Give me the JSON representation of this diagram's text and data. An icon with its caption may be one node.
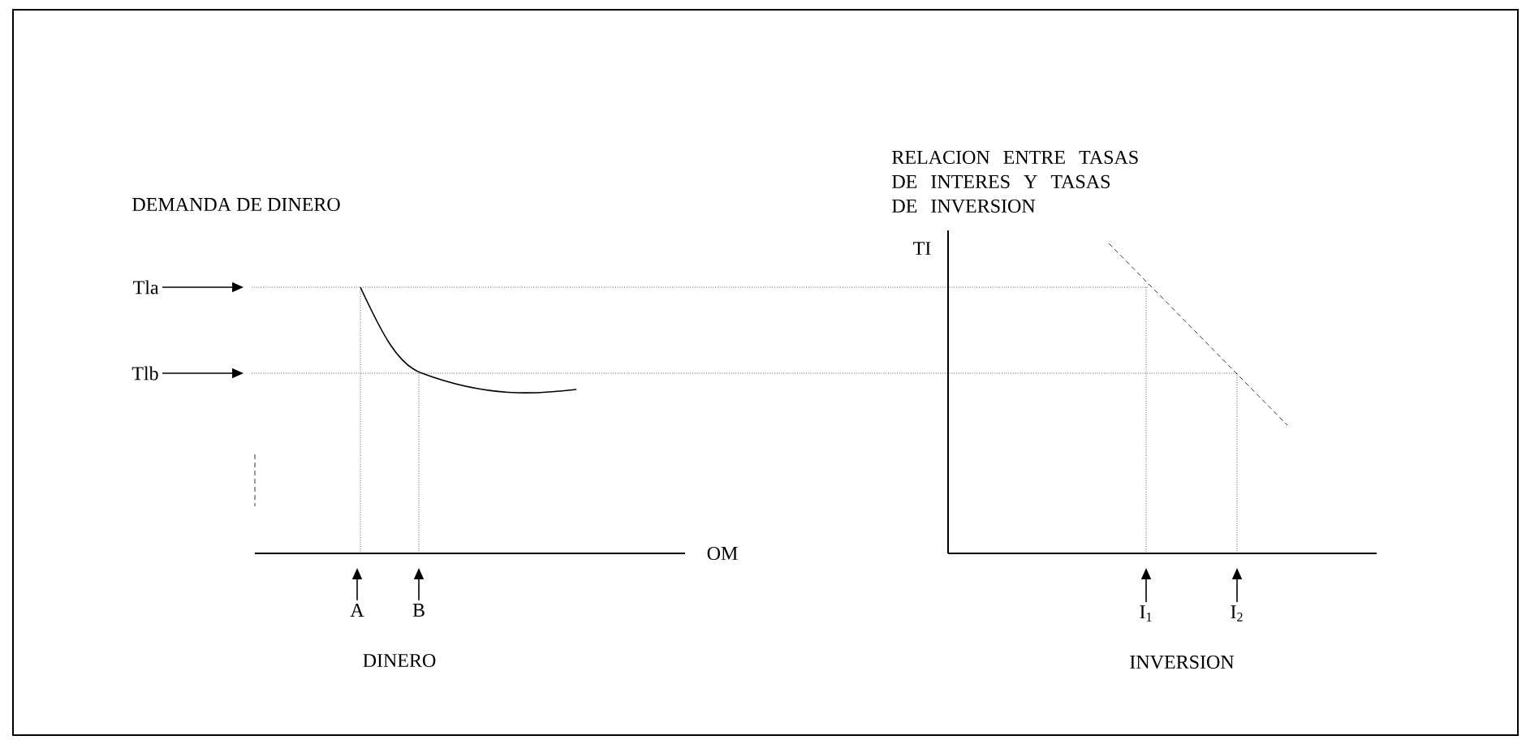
{
  "diagram": {
    "nodes": [
      {
        "text": [
          "Tla"
        ]
      },
      {
        "text": [
          "Tlb"
        ]
      },
      {
        "text": [
          "A"
        ]
      },
      {
        "text": [
          "B"
        ]
      },
      {
        "text": [
          "I$_{1}$"
        ]
      },
      {
        "text": [
          "I$_{2}$"
        ]
      }
    ],
    "edges": [
      {
        "from": 0,
        "to": null,
        "arrow": "to"
      },
      {
        "from": 1,
        "to": null,
        "arrow": "to"
      },
      {
        "from": 2,
        "to": null,
        "arrow": "to"
      },
      {
        "from": 3,
        "to": null,
        "arrow": "to"
      },
      {
        "from": 4,
        "to": null,
        "arrow": "to"
      },
      {
        "from": 5,
        "to": null,
        "arrow": "to"
      }
    ],
    "labels": [
      "DEMANDA DE DINERO",
      "RELACION ENTRE  TASAS DE INTERES Y TASAS DE INVERSION",
      "TI",
      "OM",
      "DINERO",
      "INVERSION"
    ]
  }
}
